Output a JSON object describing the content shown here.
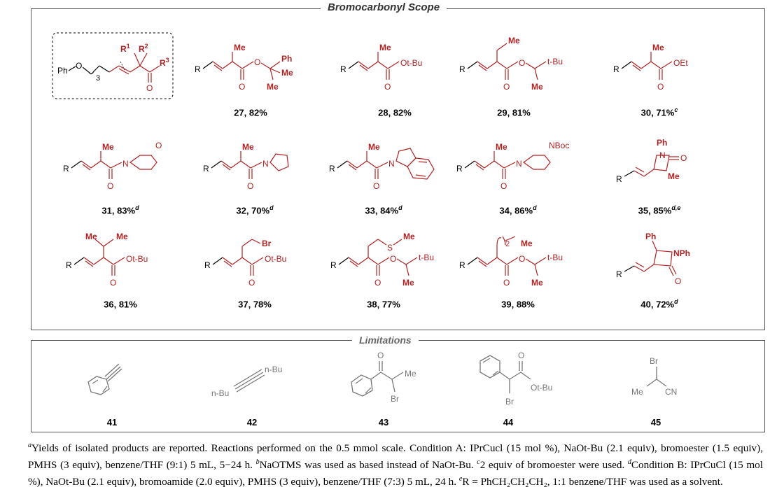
{
  "scope_title": "Bromocarbonyl Scope",
  "limitations_title": "Limitations",
  "template": {
    "ph": "Ph",
    "o": "O",
    "sub3": "3",
    "r1": "R",
    "r1sup": "1",
    "r2": "R",
    "r2sup": "2",
    "r3": "R",
    "r3sup": "3",
    "oc": "O"
  },
  "rows": [
    [
      {
        "id": "27",
        "label_main": "27, 82%",
        "label_sup": ""
      },
      {
        "id": "28",
        "label_main": "28, 82%",
        "label_sup": ""
      },
      {
        "id": "29",
        "label_main": "29, 81%",
        "label_sup": ""
      },
      {
        "id": "30",
        "label_main": "30, 71%",
        "label_sup": "c"
      }
    ],
    [
      {
        "id": "31",
        "label_main": "31, 83%",
        "label_sup": "d"
      },
      {
        "id": "32",
        "label_main": "32, 70%",
        "label_sup": "d"
      },
      {
        "id": "33",
        "label_main": "33, 84%",
        "label_sup": "d"
      },
      {
        "id": "34",
        "label_main": "34, 86%",
        "label_sup": "d"
      },
      {
        "id": "35",
        "label_main": "35, 85%",
        "label_sup": "d,e"
      }
    ],
    [
      {
        "id": "36",
        "label_main": "36, 81%",
        "label_sup": ""
      },
      {
        "id": "37",
        "label_main": "37, 78%",
        "label_sup": ""
      },
      {
        "id": "38",
        "label_main": "38, 77%",
        "label_sup": ""
      },
      {
        "id": "39",
        "label_main": "39, 88%",
        "label_sup": ""
      },
      {
        "id": "40",
        "label_main": "40, 72%",
        "label_sup": "d"
      }
    ]
  ],
  "atoms": {
    "R": "R",
    "O": "O",
    "Me": "Me",
    "Ph": "Ph",
    "OtBu": "Ot-Bu",
    "tBu": "t-Bu",
    "OEt": "OEt",
    "N": "N",
    "NBoc": "NBoc",
    "Br": "Br",
    "S": "S",
    "NPh": "NPh",
    "sub2": "2",
    "nBu": "n-Bu",
    "CN": "CN"
  },
  "limitations": [
    {
      "id": "41",
      "label": "41"
    },
    {
      "id": "42",
      "label": "42"
    },
    {
      "id": "43",
      "label": "43"
    },
    {
      "id": "44",
      "label": "44"
    },
    {
      "id": "45",
      "label": "45"
    }
  ],
  "footnote": {
    "a_sup": "a",
    "a_text": "Yields of isolated products are reported. Reactions performed on the 0.5 mmol scale. Condition A: IPrCucl (15 mol %), NaOt-Bu (2.1 equiv), bromoester (1.5 equiv), PMHS (3 equiv), benzene/THF (9:1) 5 mL, 5−24 h. ",
    "b_sup": "b",
    "b_text": "NaOTMS was used as based instead of NaOt-Bu. ",
    "c_sup": "c",
    "c_text": "2 equiv of bromoester were used. ",
    "d_sup": "d",
    "d_text": "Condition B: IPrCuCl (15 mol %), NaOt-Bu (2.1 equiv), bromoamide (2.0 equiv), PMHS (3 equiv), benzene/THF (7:3) 5 mL, 24 h. ",
    "e_sup": "e",
    "e_text": "R = PhCH₂CH₂CH₂, 1:1 benzene/THF was used as a solvent."
  }
}
